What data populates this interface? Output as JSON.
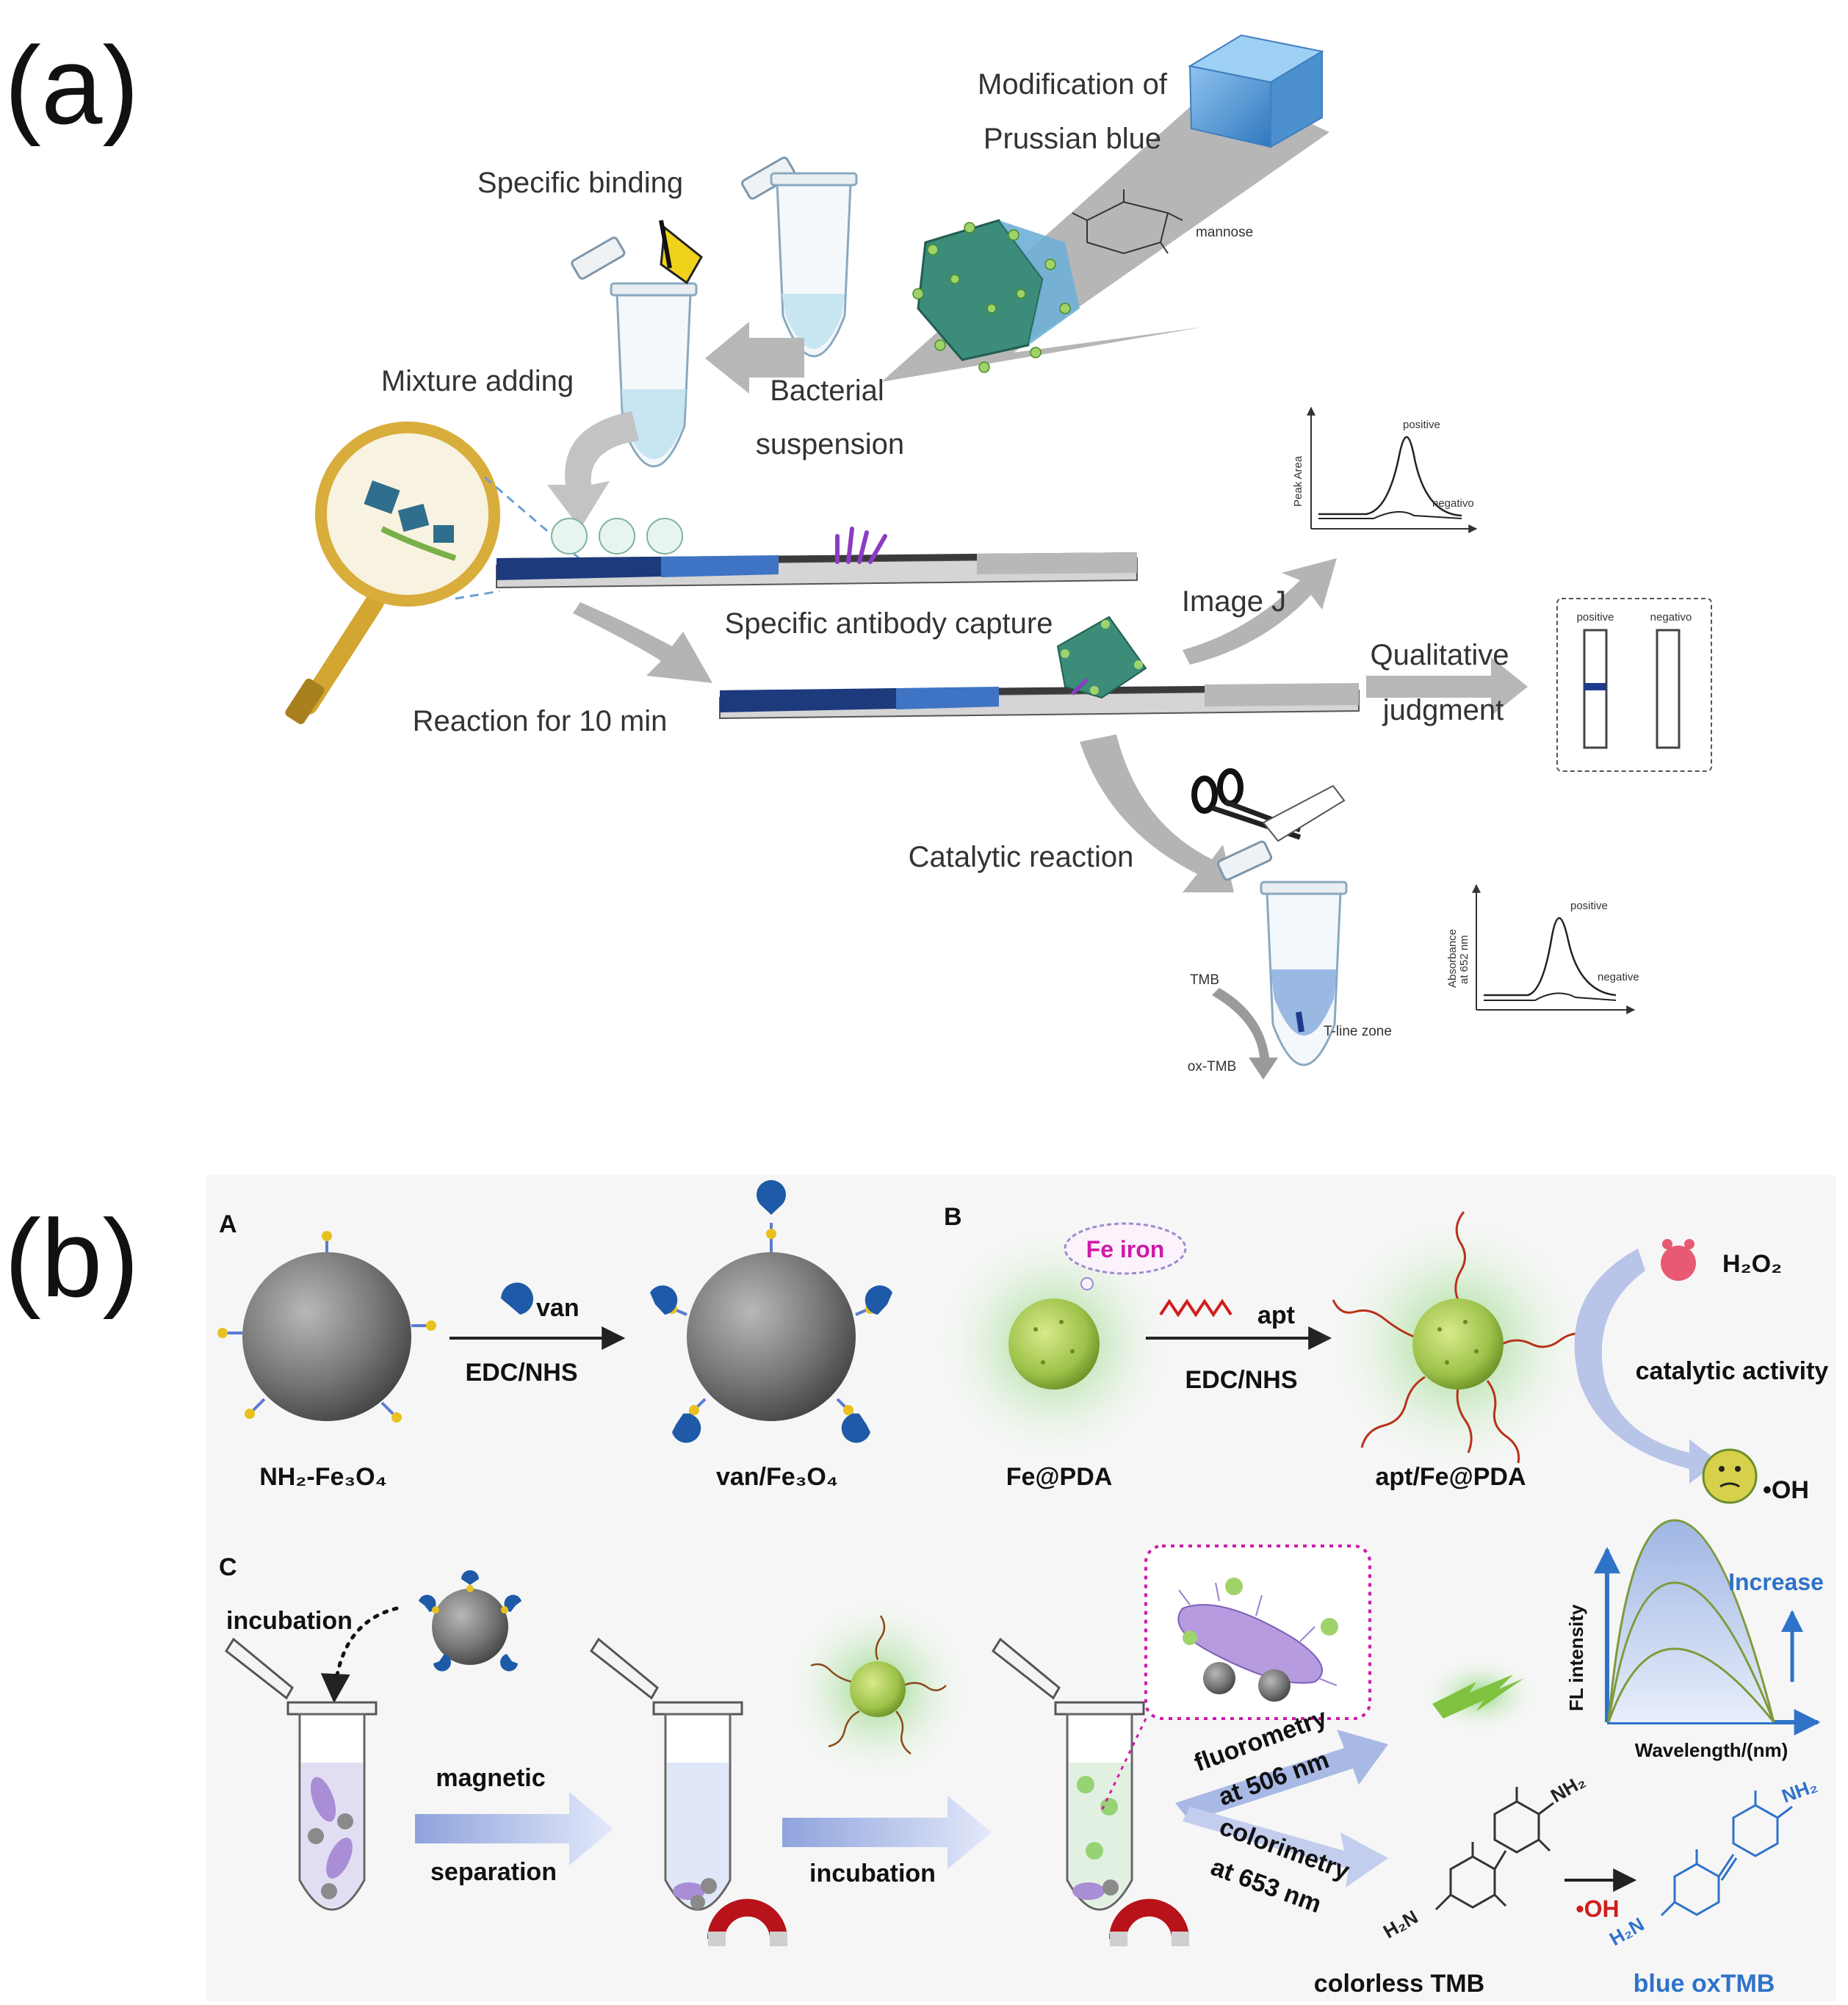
{
  "panel_a": {
    "label": "(a)",
    "modification_line1": "Modification of",
    "modification_line2": "Prussian blue",
    "mannose": "mannose",
    "specific_binding": "Specific binding",
    "bacterial_line1": "Bacterial",
    "bacterial_line2": "suspension",
    "mixture_adding": "Mixture adding",
    "antibody_capture": "Specific antibody capture",
    "reaction_time": "Reaction for 10 min",
    "image_j": "Image J",
    "qualitative_line1": "Qualitative",
    "qualitative_line2": "judgment",
    "catalytic_reaction": "Catalytic reaction",
    "tmb": "TMB",
    "ox_tmb": "ox-TMB",
    "t_line_zone": "T-line zone",
    "peak_plot": {
      "ylabel": "Peak Area",
      "positive": "positive",
      "negative": "negativo"
    },
    "strip_result": {
      "positive": "positive",
      "negative": "negativo"
    },
    "abs_plot": {
      "ylabel_line1": "Absorbance",
      "ylabel_line2": "at 652 nm",
      "positive": "positive",
      "negative": "negative"
    }
  },
  "panel_b": {
    "label": "(b)",
    "sub_a": "A",
    "sub_b": "B",
    "sub_c": "C",
    "van": "van",
    "edc_nhs_a": "EDC/NHS",
    "nh2_fe3o4": "NH₂-Fe₃O₄",
    "van_fe3o4": "van/Fe₃O₄",
    "fe_iron": "Fe iron",
    "apt": "apt",
    "edc_nhs_b": "EDC/NHS",
    "fe_pda": "Fe@PDA",
    "apt_fe_pda": "apt/Fe@PDA",
    "h2o2": "H₂O₂",
    "catalytic_activity": "catalytic activity",
    "oh_radical": "•OH",
    "incubation_1": "incubation",
    "magnetic": "magnetic",
    "separation": "separation",
    "incubation_2": "incubation",
    "fluoro_line1": "fluorometry",
    "fluoro_line2": "at 506 nm",
    "colori_line1": "colorimetry",
    "colori_line2": "at 653 nm",
    "fl_plot": {
      "ylabel": "FL intensity",
      "xlabel": "Wavelength/(nm)",
      "trend": "Increase"
    },
    "nh2_group": "NH₂",
    "h2n_group": "H₂N",
    "colorless_tmb": "colorless TMB",
    "oh_reagent": "•OH",
    "blue_oxtmb": "blue oxTMB",
    "colors": {
      "accent_blue": "#2f73c9",
      "red_reagent": "#d11d1d",
      "magenta_label": "#d01aa8"
    }
  }
}
